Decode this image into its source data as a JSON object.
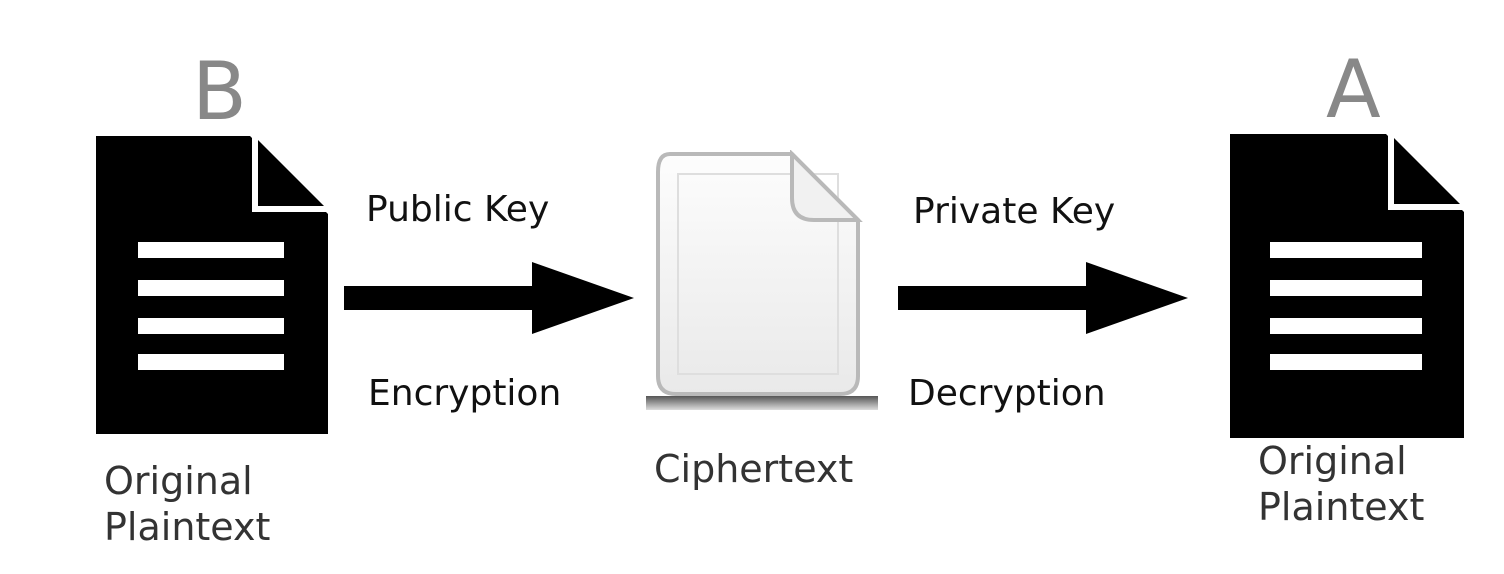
{
  "sender": {
    "letter": "B",
    "caption": {
      "line1": "Original",
      "line2": "Plaintext"
    }
  },
  "encrypt_step": {
    "key_label": "Public Key",
    "action_label": "Encryption"
  },
  "cipher": {
    "caption": "Ciphertext"
  },
  "decrypt_step": {
    "key_label": "Private Key",
    "action_label": "Decryption"
  },
  "receiver": {
    "letter": "A",
    "caption": {
      "line1": "Original",
      "line2": "Plaintext"
    }
  }
}
